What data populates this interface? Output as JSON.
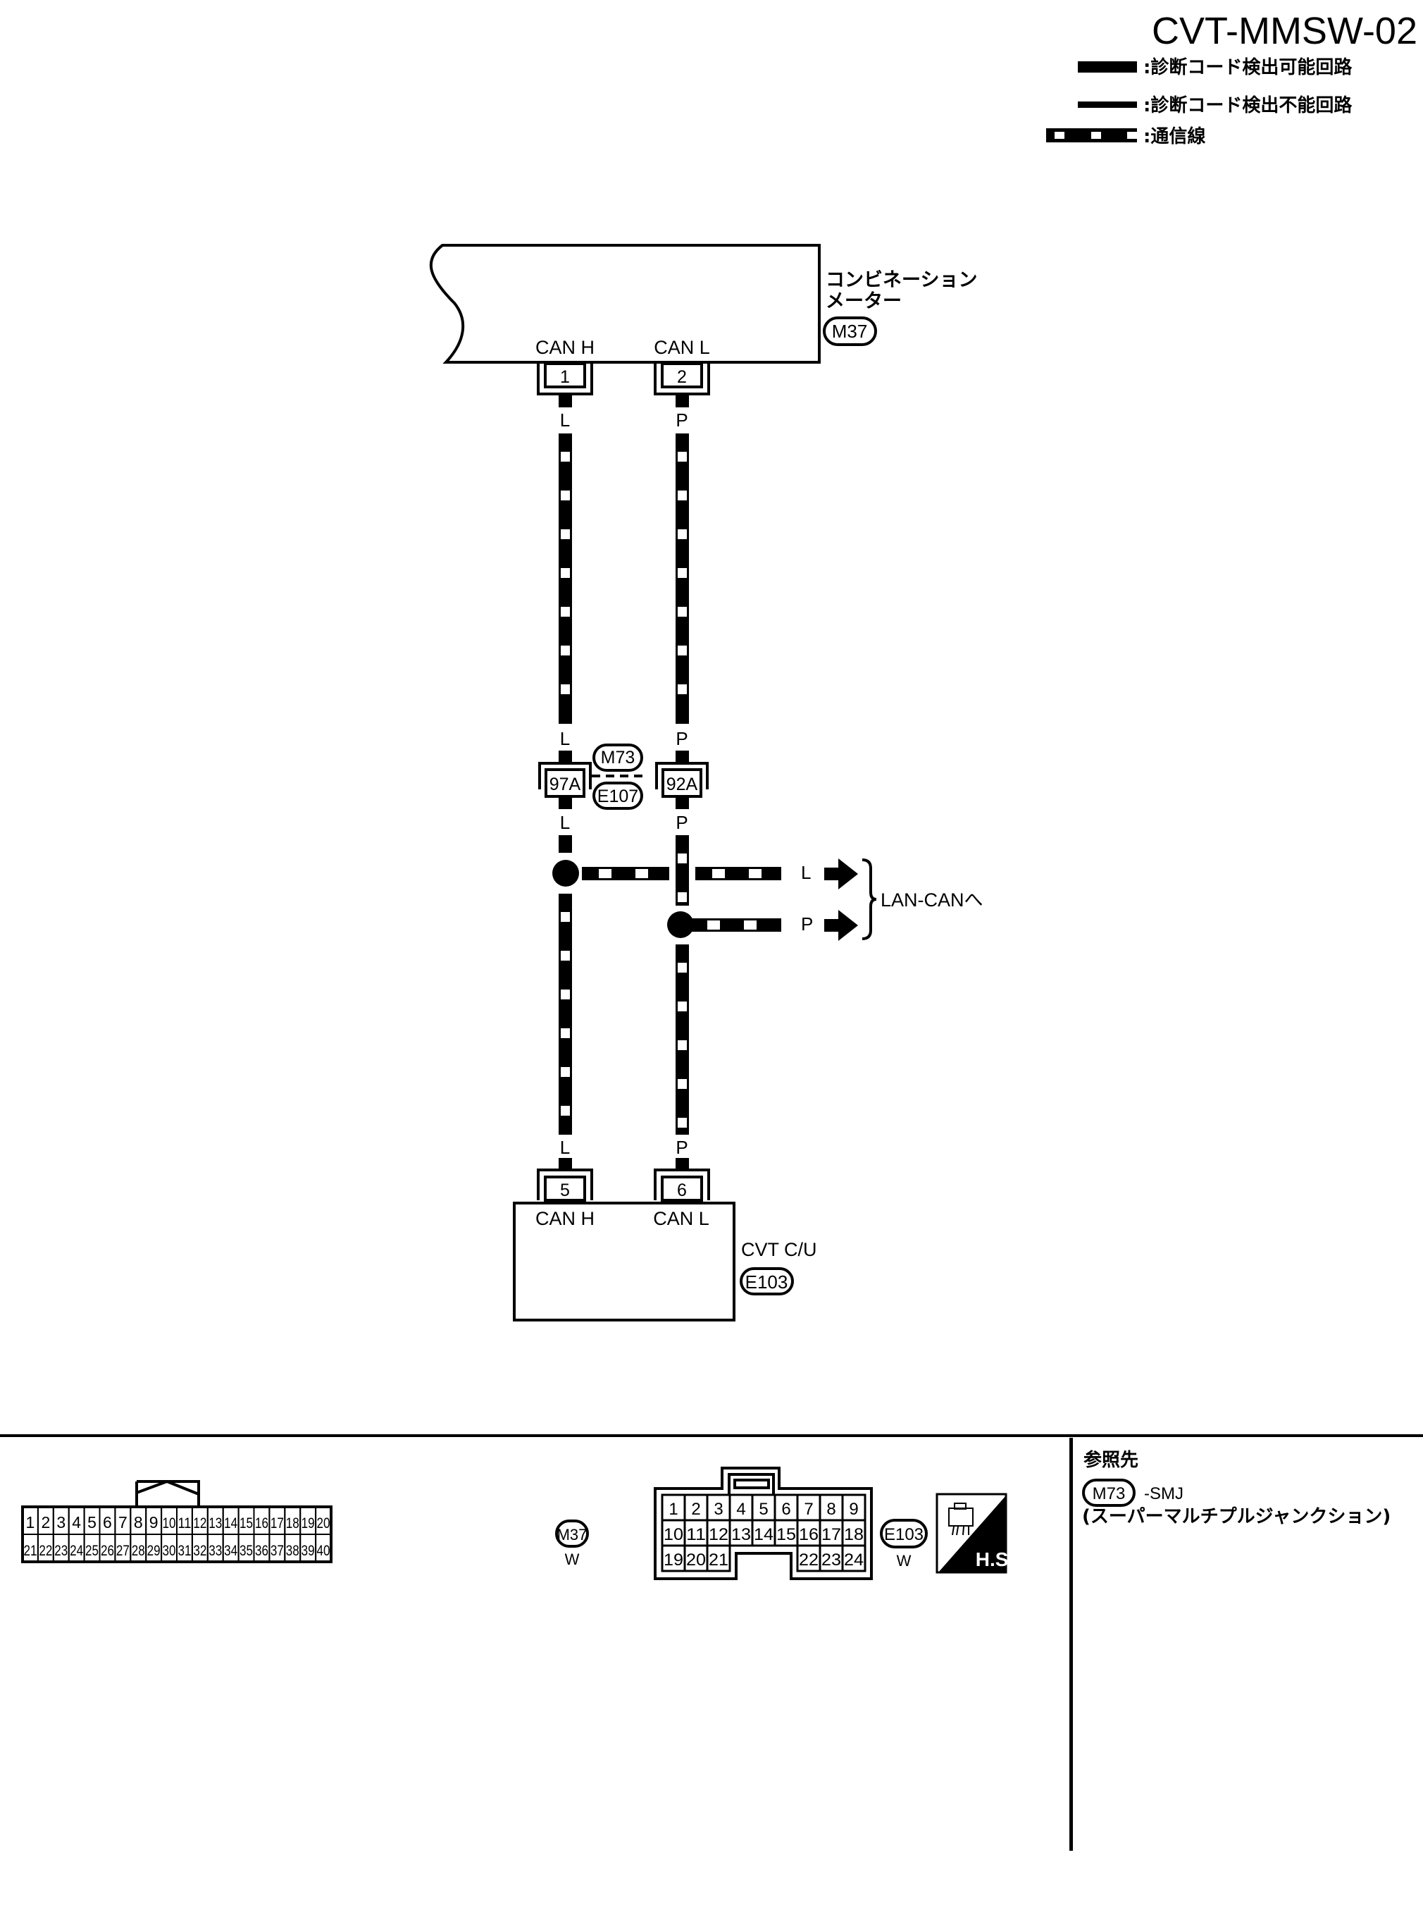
{
  "diagram_id": "CVT-MMSW-02",
  "legend": [
    {
      "style": "thick-solid",
      "label": ":診断コード検出可能回路"
    },
    {
      "style": "thin-solid",
      "label": ":診断コード検出不能回路"
    },
    {
      "style": "dashed-comm",
      "label": ":通信線"
    }
  ],
  "components": {
    "meter": {
      "name_line1": "コンビネーション",
      "name_line2": "メーター",
      "connector": "M37",
      "pins": [
        {
          "pin": "1",
          "label": "CAN H",
          "wire": "L"
        },
        {
          "pin": "2",
          "label": "CAN L",
          "wire": "P"
        }
      ]
    },
    "junction": {
      "connector_top": "M73",
      "connector_bottom": "E107",
      "pins": [
        {
          "pin": "97A",
          "wire": "L"
        },
        {
          "pin": "92A",
          "wire": "P"
        }
      ]
    },
    "cvt": {
      "name": "CVT C/U",
      "connector": "E103",
      "pins": [
        {
          "pin": "5",
          "label": "CAN H",
          "wire": "L"
        },
        {
          "pin": "6",
          "label": "CAN L",
          "wire": "P"
        }
      ]
    }
  },
  "branch": {
    "wire_l": "L",
    "wire_p": "P",
    "destination": "LAN-CANへ"
  },
  "connector_views": [
    {
      "id": "M37",
      "color": "W",
      "rows": [
        [
          "1",
          "2",
          "3",
          "4",
          "5",
          "6",
          "7",
          "8",
          "9",
          "10",
          "11",
          "12",
          "13",
          "14",
          "15",
          "16",
          "17",
          "18",
          "19",
          "20"
        ],
        [
          "21",
          "22",
          "23",
          "24",
          "25",
          "26",
          "27",
          "28",
          "29",
          "30",
          "31",
          "32",
          "33",
          "34",
          "35",
          "36",
          "37",
          "38",
          "39",
          "40"
        ]
      ]
    },
    {
      "id": "E103",
      "color": "W",
      "rows": [
        [
          "1",
          "2",
          "3",
          "4",
          "5",
          "6",
          "7",
          "8",
          "9"
        ],
        [
          "10",
          "11",
          "12",
          "13",
          "14",
          "15",
          "16",
          "17",
          "18"
        ],
        [
          "19",
          "20",
          "21",
          "",
          "",
          "",
          "22",
          "23",
          "24"
        ]
      ]
    }
  ],
  "hs_badge": "H.S.",
  "reference": {
    "title": "参照先",
    "connector": "M73",
    "code": "-SMJ",
    "description": "(スーパーマルチプルジャンクション)"
  }
}
